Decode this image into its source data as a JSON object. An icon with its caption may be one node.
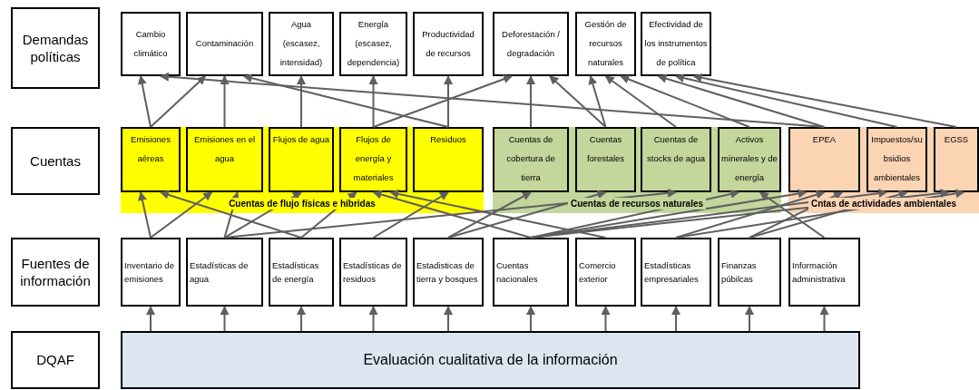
{
  "diagram": {
    "nodes": [
      {
        "text": [
          "Demandas políticas"
        ]
      },
      {
        "text": [
          "Cambio climático"
        ]
      },
      {
        "text": [
          "Contaminación"
        ]
      },
      {
        "text": [
          "Agua (escasez, intensidad)"
        ]
      },
      {
        "text": [
          "Energía (escasez, dependencia)"
        ]
      },
      {
        "text": [
          "Productividad de recursos"
        ]
      },
      {
        "text": [
          "Deforestación / degradación"
        ]
      },
      {
        "text": [
          "Gestión de recursos naturales"
        ]
      },
      {
        "text": [
          "Efectividad de los instrumentos de política"
        ]
      },
      {
        "text": [
          "Cuentas"
        ]
      },
      {
        "text": [
          "Cuentas de flujo físicas e híbridas"
        ]
      },
      {
        "text": [
          "Emisiones aéreas"
        ],
        "in": 10
      },
      {
        "text": [
          "Emisiones en el agua"
        ],
        "in": 10
      },
      {
        "text": [
          "Flujos de agua"
        ],
        "in": 10
      },
      {
        "text": [
          "Flujos de energía y materiales"
        ],
        "in": 10
      },
      {
        "text": [
          "Residuos"
        ],
        "in": 10
      },
      {
        "text": [
          "Cuentas de recursos naturales"
        ]
      },
      {
        "text": [
          "Cuentas de cobertura de tierra"
        ],
        "in": 16
      },
      {
        "text": [
          "Cuentas forestales"
        ],
        "in": 16
      },
      {
        "text": [
          "Cuentas de stocks de agua"
        ],
        "in": 16
      },
      {
        "text": [
          "Activos minerales y de energía"
        ],
        "in": 16
      },
      {
        "text": [
          "Cntas de actividades ambientales"
        ]
      },
      {
        "text": [
          "EPEA"
        ],
        "in": 21
      },
      {
        "text": [
          "Impuestos/subsidios ambientales"
        ],
        "in": 21
      },
      {
        "text": [
          "EGSS"
        ],
        "in": 21
      },
      {
        "text": [
          "Fuentes de información"
        ]
      },
      {
        "text": [
          "Inventario de emisiones"
        ]
      },
      {
        "text": [
          "Estadísticas de agua"
        ]
      },
      {
        "text": [
          "Estadísticas de energía"
        ]
      },
      {
        "text": [
          "Estadísticas de residuos"
        ]
      },
      {
        "text": [
          "Estadisticas de tierra y bosques"
        ]
      },
      {
        "text": [
          "Cuentas nacionales"
        ]
      },
      {
        "text": [
          "Comercio exterior"
        ]
      },
      {
        "text": [
          "Estadísticas empresariales"
        ]
      },
      {
        "text": [
          "Finanzas púbilcas"
        ]
      },
      {
        "text": [
          "Información administrativa"
        ]
      },
      {
        "text": [
          "DQAF"
        ]
      },
      {
        "text": [
          "Evaluación cualitativa de la información"
        ]
      }
    ],
    "edges": [
      {
        "from": 37,
        "to": 26,
        "arrow": "to"
      },
      {
        "from": 37,
        "to": 27,
        "arrow": "to"
      },
      {
        "from": 37,
        "to": 28,
        "arrow": "to"
      },
      {
        "from": 37,
        "to": 29,
        "arrow": "to"
      },
      {
        "from": 37,
        "to": 30,
        "arrow": "to"
      },
      {
        "from": 37,
        "to": 31,
        "arrow": "to"
      },
      {
        "from": 37,
        "to": 32,
        "arrow": "to"
      },
      {
        "from": 37,
        "to": 33,
        "arrow": "to"
      },
      {
        "from": 37,
        "to": 34,
        "arrow": "to"
      },
      {
        "from": 37,
        "to": 35,
        "arrow": "to"
      },
      {
        "from": 26,
        "to": 11,
        "arrow": "to"
      },
      {
        "from": 26,
        "to": 12,
        "arrow": "to"
      },
      {
        "from": 27,
        "to": 12,
        "arrow": "to"
      },
      {
        "from": 27,
        "to": 13,
        "arrow": "to"
      },
      {
        "from": 27,
        "to": 19,
        "arrow": "to"
      },
      {
        "from": 28,
        "to": 11,
        "arrow": "to"
      },
      {
        "from": 28,
        "to": 14,
        "arrow": "to"
      },
      {
        "from": 29,
        "to": 15,
        "arrow": "to"
      },
      {
        "from": 30,
        "to": 17,
        "arrow": "to"
      },
      {
        "from": 30,
        "to": 18,
        "arrow": "to"
      },
      {
        "from": 31,
        "to": 14,
        "arrow": "to"
      },
      {
        "from": 31,
        "to": 20,
        "arrow": "to"
      },
      {
        "from": 31,
        "to": 22,
        "arrow": "to"
      },
      {
        "from": 31,
        "to": 23,
        "arrow": "to"
      },
      {
        "from": 31,
        "to": 24,
        "arrow": "to"
      },
      {
        "from": 32,
        "to": 14,
        "arrow": "to"
      },
      {
        "from": 33,
        "to": 22,
        "arrow": "to"
      },
      {
        "from": 33,
        "to": 24,
        "arrow": "to"
      },
      {
        "from": 34,
        "to": 22,
        "arrow": "to"
      },
      {
        "from": 34,
        "to": 23,
        "arrow": "to"
      },
      {
        "from": 35,
        "to": 20,
        "arrow": "to"
      },
      {
        "from": 11,
        "to": 1,
        "arrow": "to"
      },
      {
        "from": 11,
        "to": 2,
        "arrow": "to"
      },
      {
        "from": 12,
        "to": 2,
        "arrow": "to"
      },
      {
        "from": 13,
        "to": 3,
        "arrow": "to"
      },
      {
        "from": 14,
        "to": 4,
        "arrow": "to"
      },
      {
        "from": 14,
        "to": 6,
        "arrow": "to"
      },
      {
        "from": 15,
        "to": 5,
        "arrow": "to"
      },
      {
        "from": 15,
        "to": 2,
        "arrow": "to"
      },
      {
        "from": 17,
        "to": 6,
        "arrow": "to"
      },
      {
        "from": 18,
        "to": 6,
        "arrow": "to"
      },
      {
        "from": 18,
        "to": 7,
        "arrow": "to"
      },
      {
        "from": 19,
        "to": 7,
        "arrow": "to"
      },
      {
        "from": 20,
        "to": 7,
        "arrow": "to"
      },
      {
        "from": 22,
        "to": 8,
        "arrow": "to"
      },
      {
        "from": 22,
        "to": 1,
        "arrow": "to"
      },
      {
        "from": 23,
        "to": 8,
        "arrow": "to"
      },
      {
        "from": 24,
        "to": 8,
        "arrow": "to"
      }
    ]
  }
}
